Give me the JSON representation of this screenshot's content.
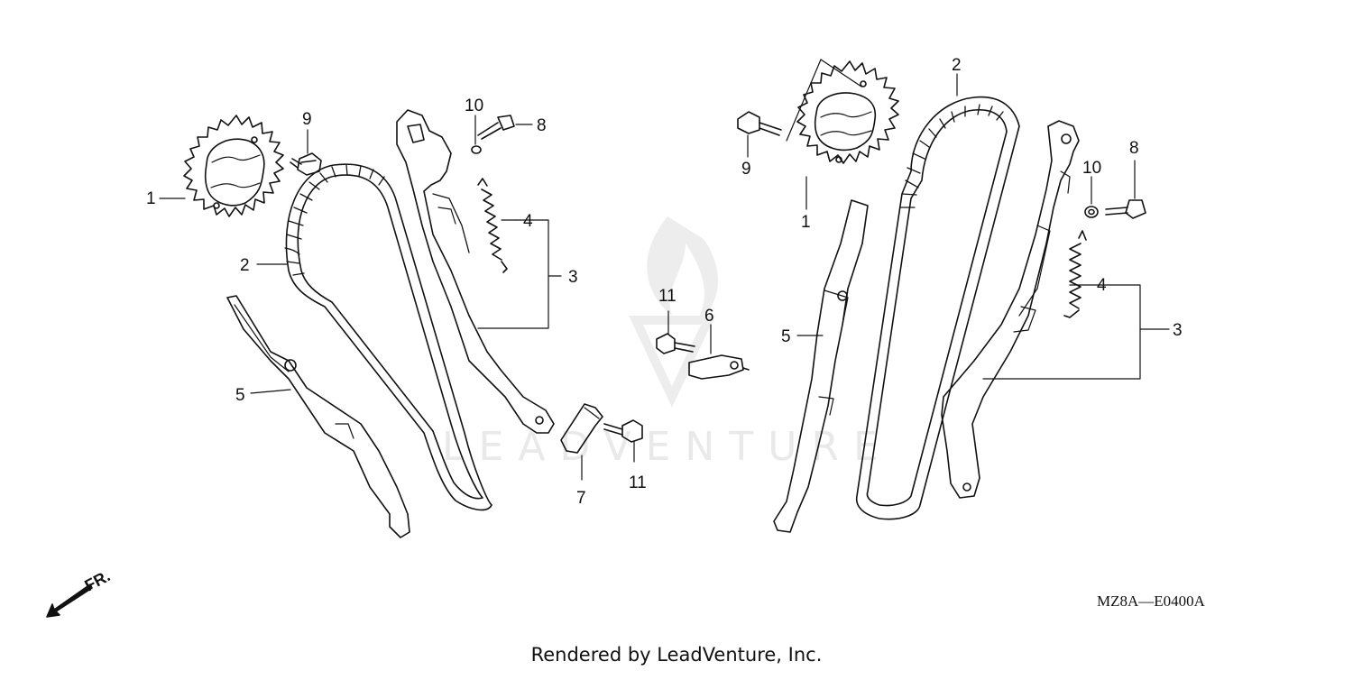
{
  "diagram": {
    "code": "MZ8A—E0400A",
    "front_marker": "FR.",
    "watermark": "LEADVENTURE",
    "footer": "Rendered by LeadVenture, Inc."
  },
  "callouts": {
    "left": {
      "c1": "1",
      "c2": "2",
      "c3": "3",
      "c4": "4",
      "c5": "5",
      "c8": "8",
      "c9": "9",
      "c10": "10"
    },
    "center": {
      "c6": "6",
      "c7": "7",
      "c11a": "11",
      "c11b": "11"
    },
    "right": {
      "c1": "1",
      "c2": "2",
      "c3": "3",
      "c4": "4",
      "c5": "5",
      "c8": "8",
      "c9": "9",
      "c10": "10"
    }
  },
  "colors": {
    "line": "#111111",
    "watermark": "#e6e6e6",
    "background": "#ffffff"
  }
}
